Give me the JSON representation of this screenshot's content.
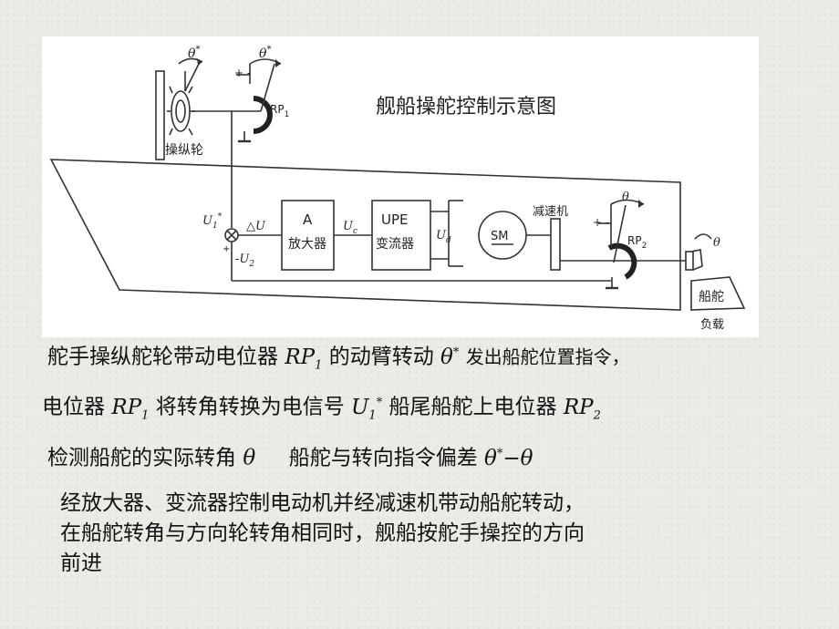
{
  "diagram": {
    "title": "舰船操舵控制示意图",
    "labels": {
      "steering_wheel": "操纵轮",
      "rp1": "RP",
      "rp1_sub": "1",
      "rp2": "RP",
      "rp2_sub": "2",
      "theta_star": "θ",
      "star": "*",
      "theta": "θ",
      "u1": "U",
      "u1_sub": "1",
      "delta_u": "△U",
      "neg_u2": "-U",
      "u2_sub": "2",
      "amp_letter": "A",
      "amp_name": "放大器",
      "uc": "U",
      "uc_sub": "c",
      "upe": "UPE",
      "converter": "变流器",
      "ud": "U",
      "ud_sub": "d",
      "motor": "SM",
      "reducer": "减速机",
      "rudder": "船舵",
      "load": "负载",
      "plus_minus": "+ -",
      "plus": "+",
      "minus": "-"
    }
  },
  "text": {
    "line1": {
      "a": "舵手操纵舵轮带动电位器",
      "rp": "RP",
      "rp_sub": "1",
      "b": "的动臂转动",
      "theta": "θ",
      "star": "*",
      "c": "发出船舵位置指令，"
    },
    "line2": {
      "a": "电位器",
      "rp": "RP",
      "rp_sub": "1",
      "b": "将转角转换为电信号",
      "u": "U",
      "u_sub": "1",
      "u_sup": "*",
      "c": "船尾船舵上电位器",
      "rp2": "RP",
      "rp2_sub": "2"
    },
    "line3": {
      "a": "检测船舵的实际转角",
      "theta": "θ",
      "b": "船舵与转向指令偏差",
      "expr_theta": "θ",
      "expr_star": "*",
      "expr_rest": "−θ"
    },
    "para": [
      "经放大器、变流器控制电动机并经减速机带动船舵转动，",
      "在船舵转角与方向轮转角相同时，舰船按舵手操控的方向",
      "前进"
    ]
  }
}
